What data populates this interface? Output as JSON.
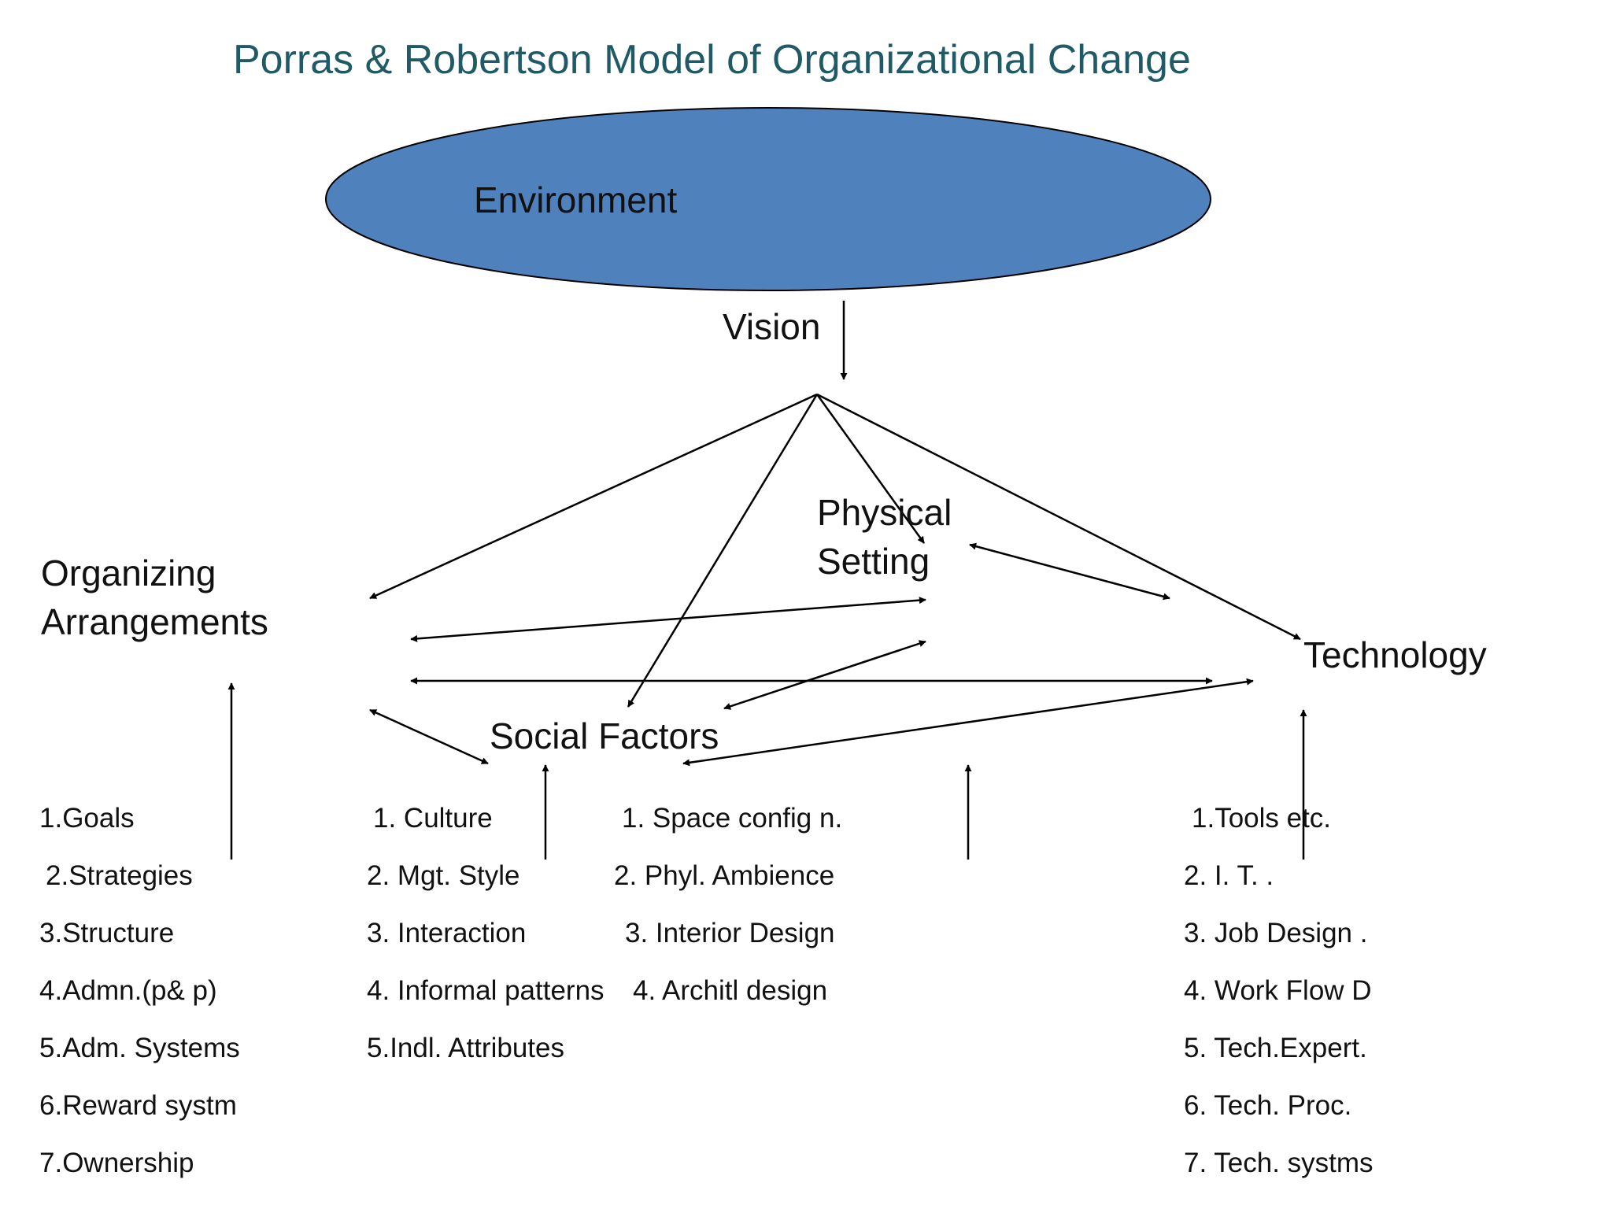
{
  "title": "Porras & Robertson Model of Organizational Change",
  "nodes": {
    "environment": "Environment",
    "vision": "Vision",
    "physical_line1": "Physical",
    "physical_line2": "Setting",
    "organizing_line1": "Organizing",
    "organizing_line2": "Arrangements",
    "technology": "Technology",
    "social": "Social Factors"
  },
  "colors": {
    "ellipse_fill": "#4f81bd",
    "title": "#1f5a66"
  },
  "lists": {
    "organizing": [
      "1.Goals",
      "2.Strategies",
      "3.Structure",
      "4.Admn.(p& p)",
      "5.Adm. Systems",
      "6.Reward systm",
      "7.Ownership"
    ],
    "social": [
      "1. Culture",
      "2. Mgt. Style",
      "3. Interaction",
      "4. Informal patterns",
      "5.Indl. Attributes"
    ],
    "physical": [
      "1. Space config n.",
      "2. Phyl. Ambience",
      "3. Interior Design",
      "4. Architl design"
    ],
    "technology": [
      "1.Tools etc.",
      "2. I. T. .",
      "3. Job Design .",
      "4. Work Flow D",
      "5. Tech.Expert.",
      "6.  Tech. Proc.",
      "7.   Tech. systms"
    ]
  }
}
